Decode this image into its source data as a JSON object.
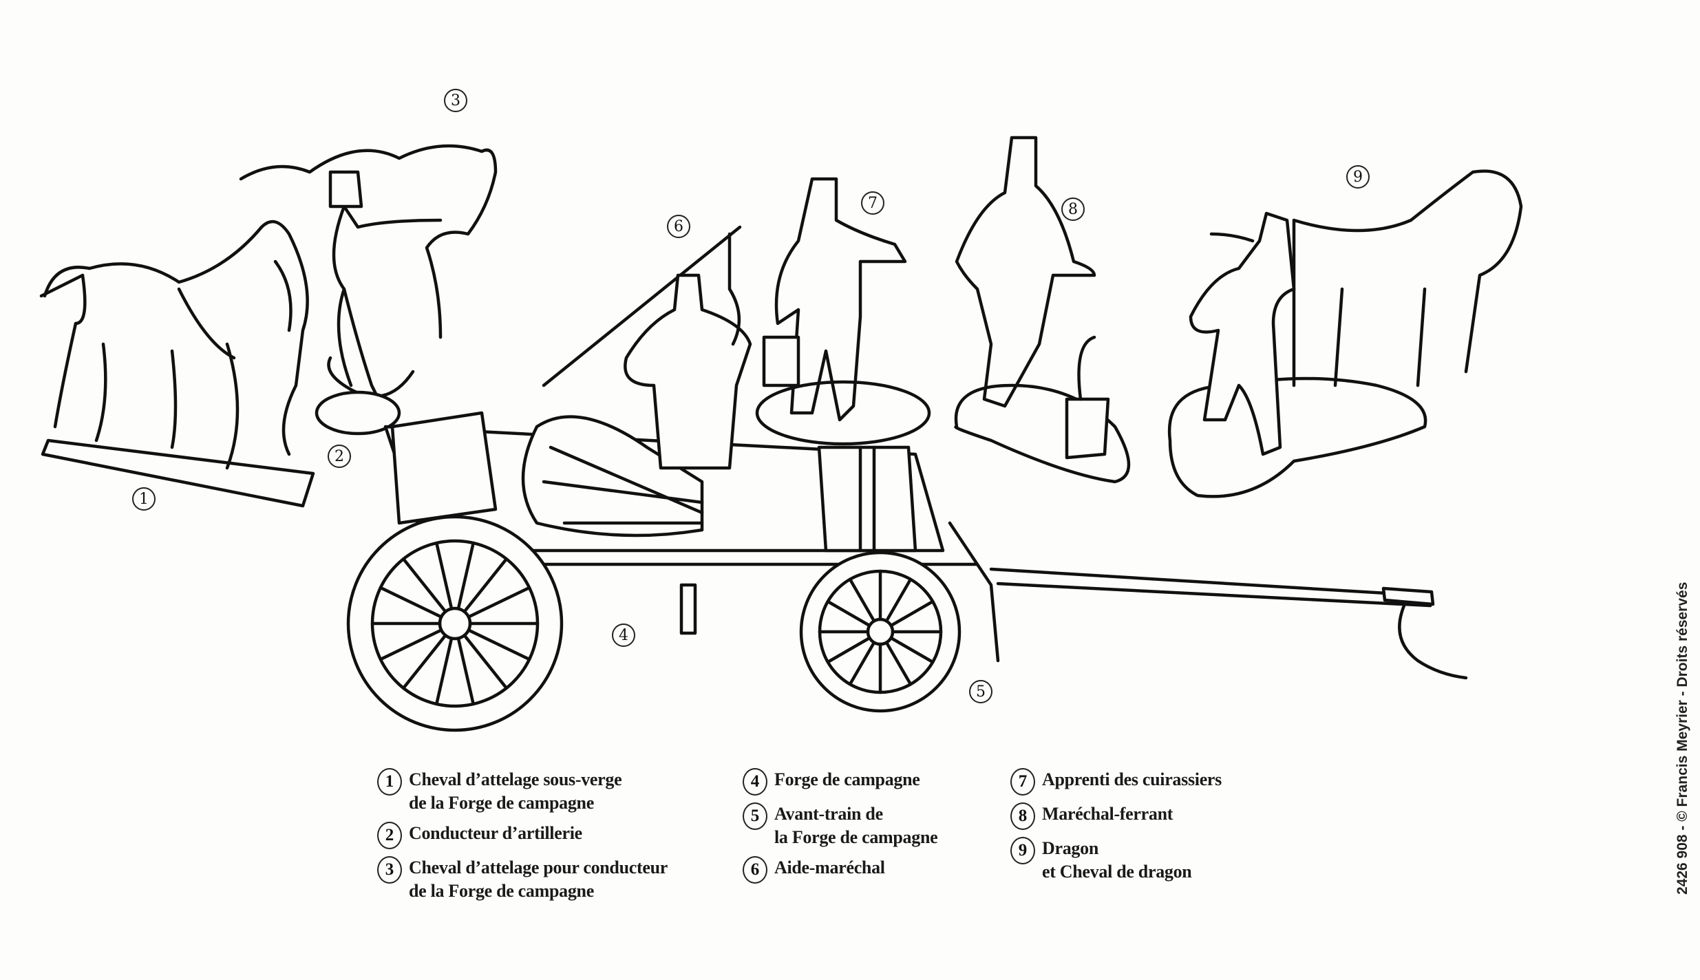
{
  "callouts": [
    "1",
    "2",
    "3",
    "4",
    "5",
    "6",
    "7",
    "8",
    "9"
  ],
  "legend": {
    "columns": [
      [
        {
          "num": "1",
          "lines": [
            "Cheval d’attelage sous-verge",
            "de la Forge de campagne"
          ]
        },
        {
          "num": "2",
          "lines": [
            "Conducteur d’artillerie"
          ]
        },
        {
          "num": "3",
          "lines": [
            "Cheval d’attelage pour conducteur",
            "de la Forge de campagne"
          ]
        }
      ],
      [
        {
          "num": "4",
          "lines": [
            "Forge de campagne"
          ]
        },
        {
          "num": "5",
          "lines": [
            "Avant-train de",
            "la Forge de campagne"
          ]
        },
        {
          "num": "6",
          "lines": [
            "Aide-maréchal"
          ]
        }
      ],
      [
        {
          "num": "7",
          "lines": [
            "Apprenti des cuirassiers"
          ]
        },
        {
          "num": "8",
          "lines": [
            "Maréchal-ferrant"
          ]
        },
        {
          "num": "9",
          "lines": [
            "Dragon",
            "et Cheval de dragon"
          ]
        }
      ]
    ]
  },
  "credit": "2426 908 - © Francis Meyrier - Droits réservés"
}
